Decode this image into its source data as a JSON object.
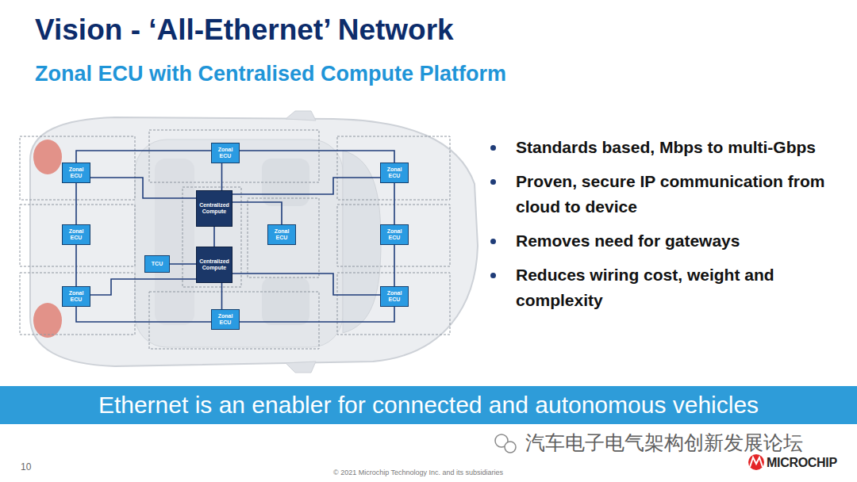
{
  "diagram": {
    "title": "Vision - ‘All-Ethernet’ Network",
    "nodes": [
      {
        "text": [
          "Zonal ECU"
        ]
      },
      {
        "text": [
          "Zonal ECU"
        ]
      },
      {
        "text": [
          "Zonal ECU"
        ]
      },
      {
        "text": [
          "Centralized Compute"
        ]
      },
      {
        "text": [
          "Zonal ECU"
        ]
      },
      {
        "text": [
          "Zonal ECU"
        ]
      },
      {
        "text": [
          "Zonal ECU"
        ]
      },
      {
        "text": [
          "Centralized Compute"
        ]
      },
      {
        "text": [
          "TCU"
        ]
      },
      {
        "text": [
          "Zonal ECU"
        ]
      },
      {
        "text": [
          "Zonal ECU"
        ]
      },
      {
        "text": [
          "Zonal ECU"
        ]
      },
      {
        "text": [
          "Ethernet is an enabler for connected and autonomous vehicles"
        ]
      }
    ],
    "edges": [
      {
        "from": 0,
        "to": 1,
        "arrow": "none"
      },
      {
        "from": 0,
        "to": 2,
        "arrow": "none"
      },
      {
        "from": 0,
        "to": 3,
        "arrow": "none"
      },
      {
        "from": 1,
        "to": 4,
        "arrow": "none"
      },
      {
        "from": 4,
        "to": 9,
        "arrow": "none"
      },
      {
        "from": 2,
        "to": 6,
        "arrow": "none"
      },
      {
        "from": 6,
        "to": 10,
        "arrow": "none"
      },
      {
        "from": 3,
        "to": 1,
        "arrow": "none"
      },
      {
        "from": 3,
        "to": 5,
        "arrow": "none"
      },
      {
        "from": 3,
        "to": 2,
        "arrow": "none"
      },
      {
        "from": 3,
        "to": 7,
        "arrow": "none"
      },
      {
        "from": 7,
        "to": 8,
        "arrow": "none"
      },
      {
        "from": 7,
        "to": 11,
        "arrow": "none"
      },
      {
        "from": 7,
        "to": 9,
        "arrow": "none"
      },
      {
        "from": 7,
        "to": 10,
        "arrow": "none"
      },
      {
        "from": 11,
        "to": 9,
        "arrow": "none"
      },
      {
        "from": 11,
        "to": 10,
        "arrow": "none"
      }
    ],
    "labels": [
      "Zonal ECU with Centralised Compute Platform",
      "Standards based, Mbps to multi-Gbps",
      "Proven, secure IP communication from cloud to device",
      "Removes need for gateways",
      "Reduces wiring cost, weight and complexity",
      "10",
      "© 2021 Microchip Technology Inc. and its subsidiaries",
      "汽车电子电气架构创新发展论坛",
      "MICROCHIP"
    ]
  }
}
